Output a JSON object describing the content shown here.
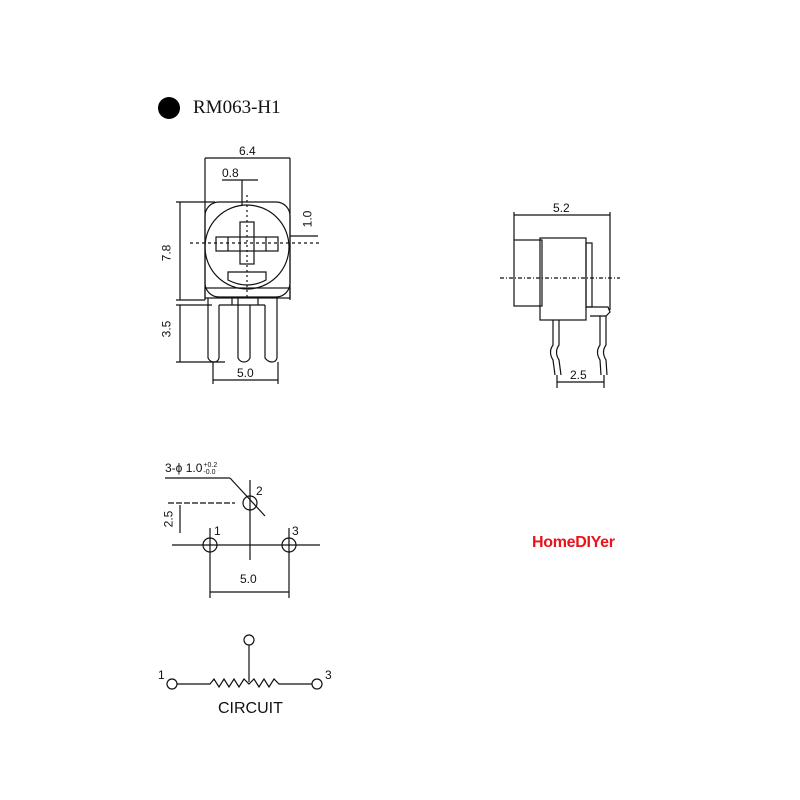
{
  "title": "RM063-H1",
  "front_view": {
    "width_dim": "6.4",
    "slot_dim": "0.8",
    "offset_dim": "1.0",
    "height_dim": "7.8",
    "pin_length_dim": "3.5",
    "pin_pitch_dim": "5.0"
  },
  "side_view": {
    "depth_dim": "5.2",
    "pin_offset_dim": "2.5"
  },
  "footprint": {
    "hole_spec_main": "3-ϕ 1.0",
    "hole_tol_plus": "+0.2",
    "hole_tol_minus": "-0.0",
    "vertical_dim": "2.5",
    "horizontal_dim": "5.0",
    "pin_labels": [
      "1",
      "2",
      "3"
    ]
  },
  "circuit": {
    "label": "CIRCUIT",
    "pin_left": "1",
    "pin_right": "3"
  },
  "watermark": {
    "text": "HomeDIYer",
    "color": "#e8141b"
  }
}
